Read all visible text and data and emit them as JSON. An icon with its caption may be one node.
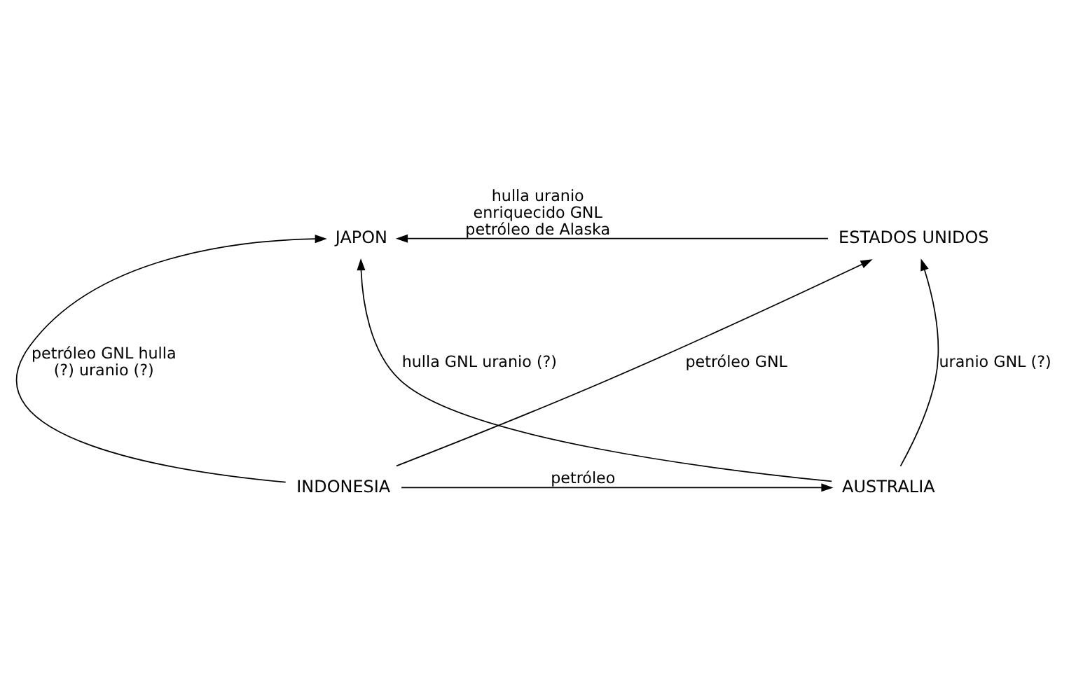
{
  "diagram": {
    "nodes": [
      {
        "text": [
          "JAPON"
        ]
      },
      {
        "text": [
          "ESTADOS UNIDOS"
        ]
      },
      {
        "text": [
          "INDONESIA"
        ]
      },
      {
        "text": [
          "AUSTRALIA"
        ]
      }
    ],
    "edges": [
      {
        "from": 1,
        "to": 0,
        "arrow": "to",
        "label": "hulla uranio enriquecido GNL petróleo de Alaska"
      },
      {
        "from": 3,
        "to": 0,
        "arrow": "to",
        "label": "hulla GNL uranio (?)"
      },
      {
        "from": 2,
        "to": 1,
        "arrow": "to",
        "label": "petróleo GNL"
      },
      {
        "from": 2,
        "to": 0,
        "arrow": "to",
        "label": "petróleo GNL hulla (?) uranio (?)"
      },
      {
        "from": 3,
        "to": 1,
        "arrow": "to",
        "label": "uranio GNL (?)"
      },
      {
        "from": 2,
        "to": 3,
        "arrow": "to",
        "label": "petróleo"
      }
    ]
  }
}
